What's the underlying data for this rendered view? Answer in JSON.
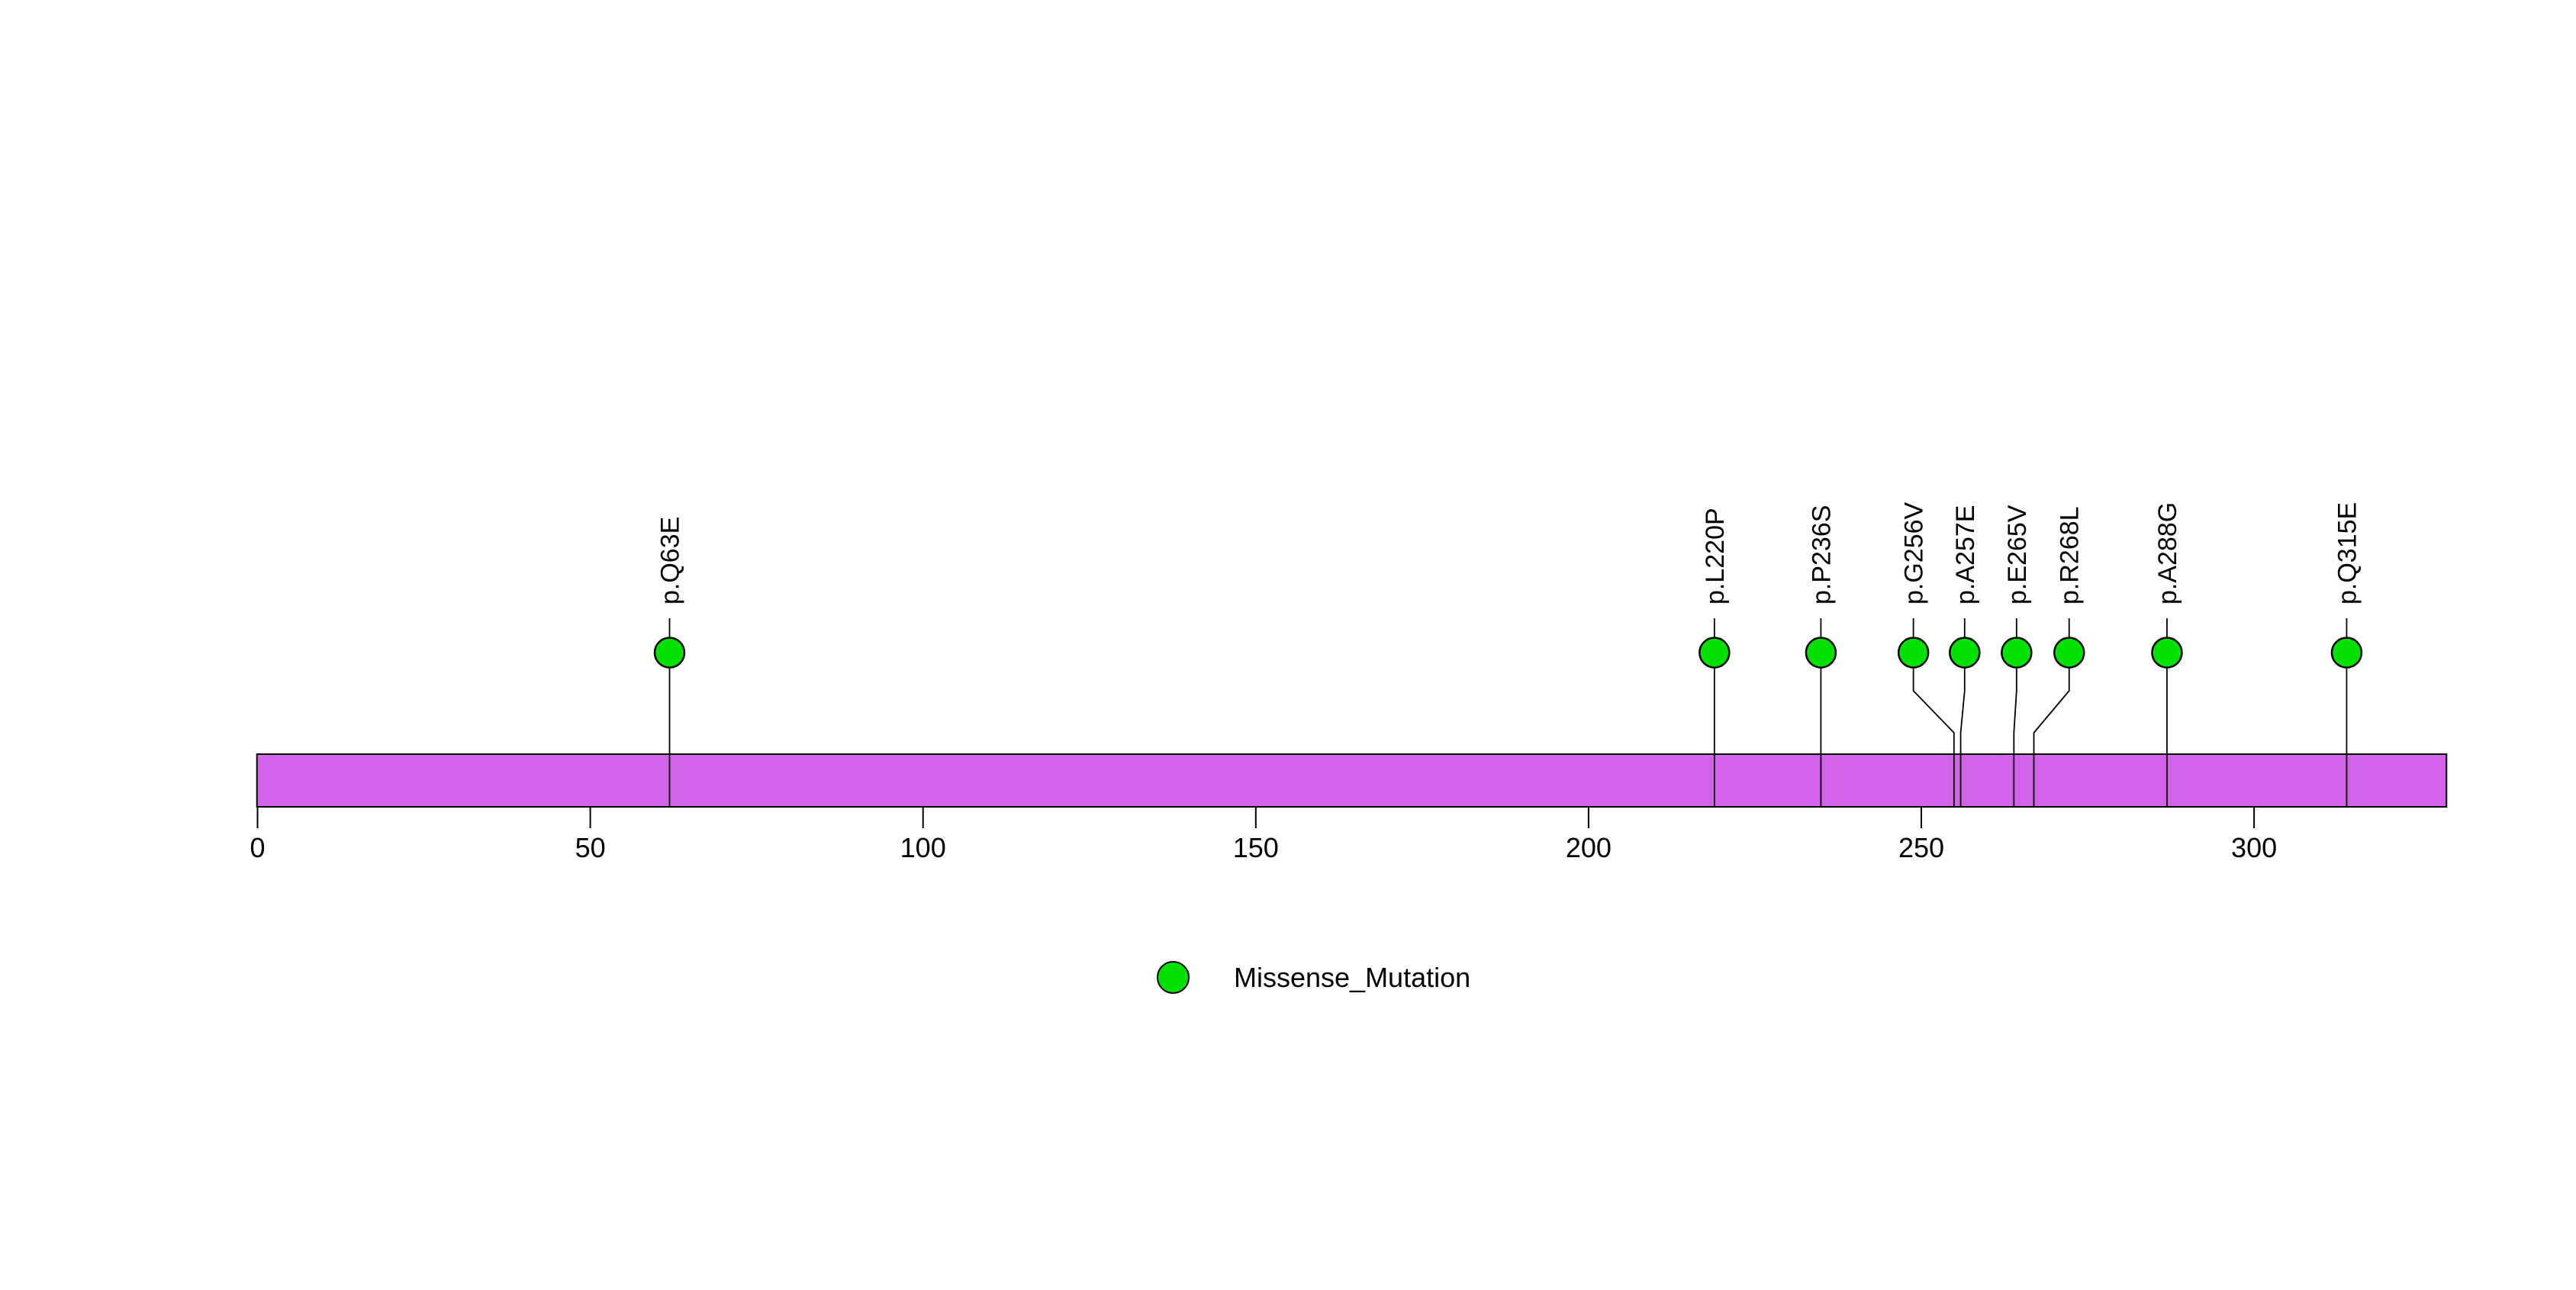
{
  "chart_data": {
    "type": "lollipop",
    "title": "",
    "xlabel": "",
    "ylabel": "",
    "grid": false,
    "axis": {
      "ticks": [
        0,
        50,
        100,
        150,
        200,
        250,
        300
      ],
      "xlim": [
        0,
        330
      ]
    },
    "protein_length": 330,
    "mutations": [
      {
        "label": "p.Q63E",
        "position": 63,
        "display_position": 63,
        "type": "Missense_Mutation"
      },
      {
        "label": "p.L220P",
        "position": 220,
        "display_position": 220,
        "type": "Missense_Mutation"
      },
      {
        "label": "p.P236S",
        "position": 236,
        "display_position": 236,
        "type": "Missense_Mutation"
      },
      {
        "label": "p.G256V",
        "position": 256,
        "display_position": 249.9,
        "type": "Missense_Mutation"
      },
      {
        "label": "p.A257E",
        "position": 257,
        "display_position": 257.6,
        "type": "Missense_Mutation"
      },
      {
        "label": "p.E265V",
        "position": 265,
        "display_position": 265.4,
        "type": "Missense_Mutation"
      },
      {
        "label": "p.R268L",
        "position": 268,
        "display_position": 273.3,
        "type": "Missense_Mutation"
      },
      {
        "label": "p.A288G",
        "position": 288,
        "display_position": 288,
        "type": "Missense_Mutation"
      },
      {
        "label": "p.Q315E",
        "position": 315,
        "display_position": 315,
        "type": "Missense_Mutation"
      }
    ],
    "legend": [
      {
        "label": "Missense_Mutation",
        "color": "#00E100"
      }
    ],
    "legend_position": "bottom-center",
    "colors": {
      "domain_bar": "#D363E8",
      "mutation_fill": "#00E100",
      "stroke": "#000000",
      "background": "#FFFFFF"
    }
  }
}
